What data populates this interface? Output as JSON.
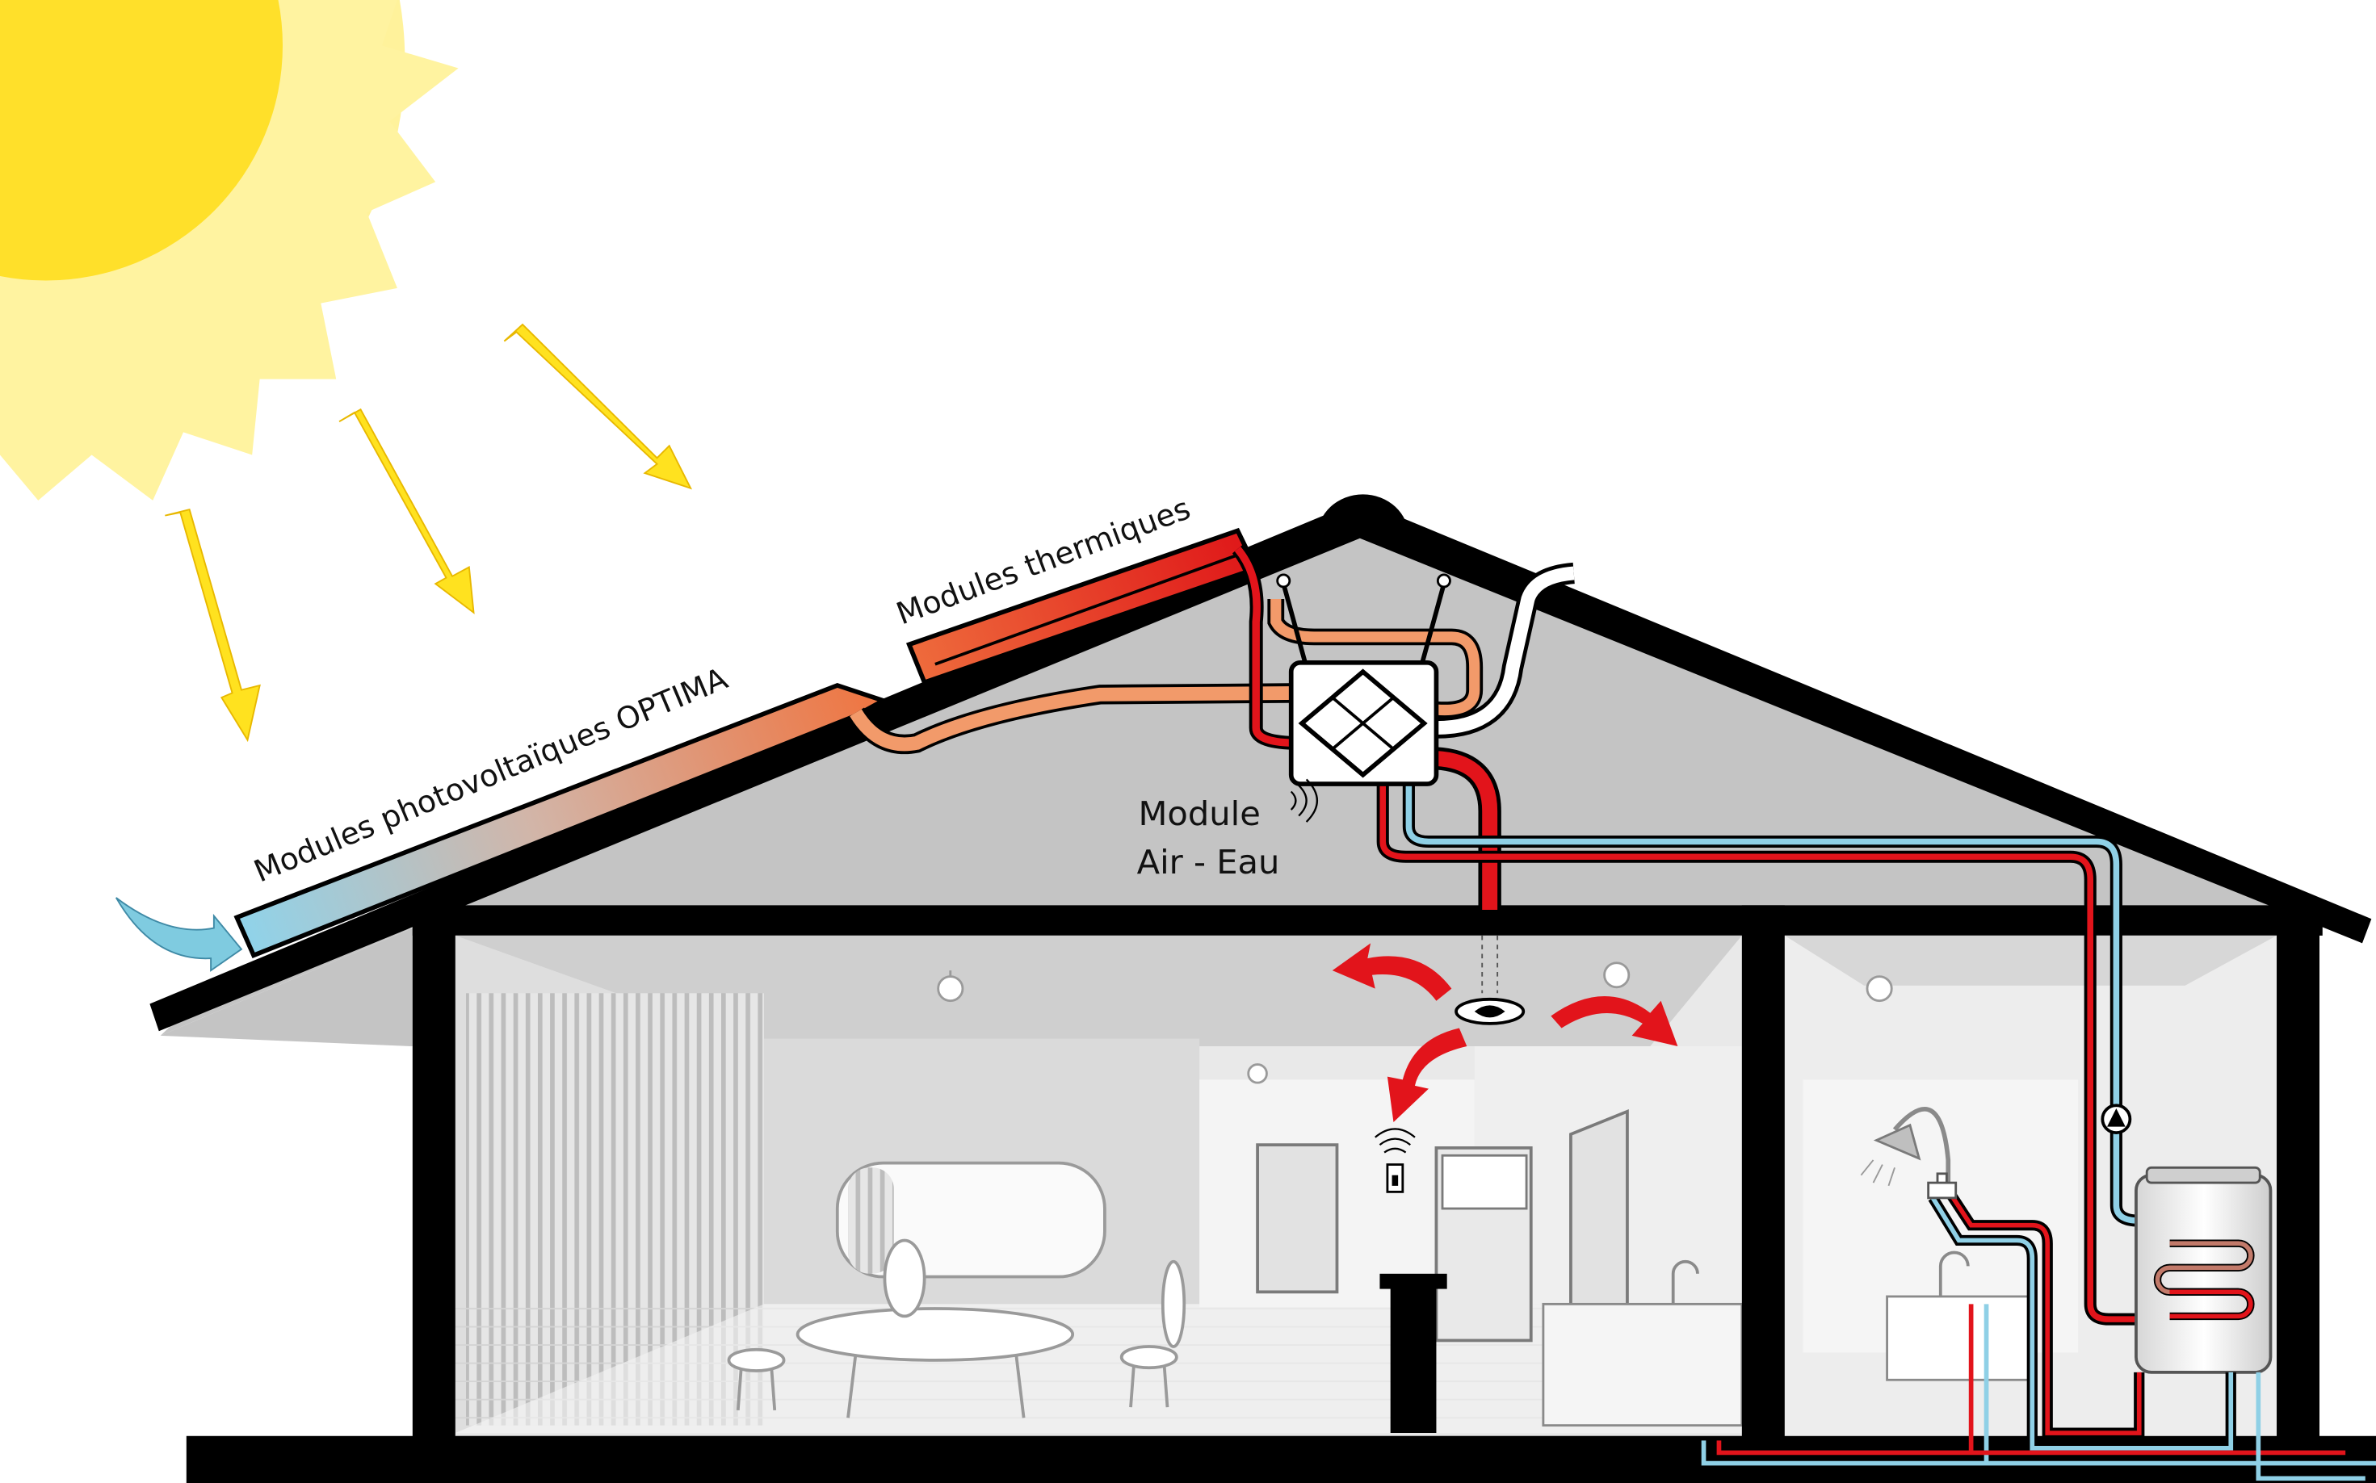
{
  "labels": {
    "pv_modules": "Modules photovoltaïques OPTIMA",
    "thermal_modules": "Modules thermiques",
    "module_line1": "Module",
    "module_line2": "Air - Eau"
  },
  "colors": {
    "sun_core": "#FFE02A",
    "sun_halo": "#FFF08A",
    "sun_ray_arrow": "#FFE21F",
    "roof_black": "#000000",
    "attic_gray": "#C6C6C6",
    "interior_light": "#F1F1F1",
    "hot_red": "#E2141B",
    "warm_orange": "#F29A6A",
    "cold_blue": "#8FD0E6",
    "cold_blue_pipe": "#7FC7E3",
    "thermal_panel": "#E8402A"
  },
  "icons": {
    "sun": "sun-icon",
    "heat_exchanger": "heat-exchanger-icon",
    "pump": "pump-icon",
    "ventilation_diffuser": "ceiling-diffuser-icon",
    "wireless_sensor": "wireless-sensor-icon",
    "water_tank": "hot-water-tank-icon",
    "shower": "shower-icon",
    "ceiling_lamp": "ceiling-lamp-icon"
  }
}
